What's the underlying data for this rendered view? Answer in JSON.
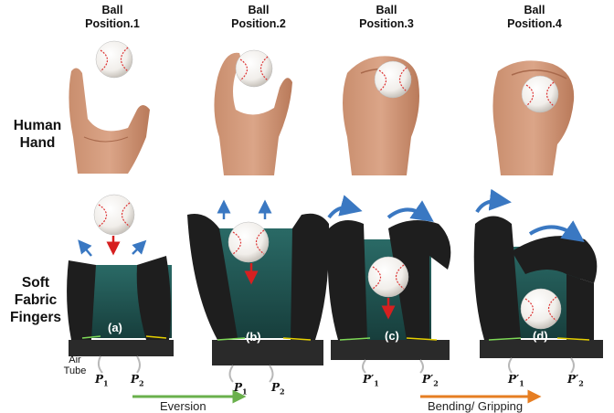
{
  "ball_positions": [
    "Ball\nPosition.1",
    "Ball\nPosition.2",
    "Ball\nPosition.3",
    "Ball\nPosition.4"
  ],
  "ball_labels": [
    {
      "line1": "Ball",
      "line2": "Position.1"
    },
    {
      "line1": "Ball",
      "line2": "Position.2"
    },
    {
      "line1": "Ball",
      "line2": "Position.3"
    },
    {
      "line1": "Ball",
      "line2": "Position.4"
    }
  ],
  "row_labels": {
    "human_hand": {
      "line1": "Human",
      "line2": "Hand"
    },
    "soft_fingers": {
      "line1": "Soft",
      "line2": "Fabric",
      "line3": "Fingers"
    }
  },
  "air_tube": {
    "line1": "Air",
    "line2": "Tube"
  },
  "panels": [
    "(a)",
    "(b)",
    "(c)",
    "(d)"
  ],
  "pressure_labels": {
    "p1": "P",
    "p1_sub": "1",
    "p2": "P",
    "p2_sub": "2",
    "p1_prime": "P′",
    "p2_prime": "P′"
  },
  "stage_arrows": {
    "eversion": "Eversion",
    "bending": "Bending/ Gripping"
  },
  "colors": {
    "eversion_arrow": "#6ab04c",
    "bending_arrow": "#e67e22",
    "blue_arrow": "#3a78c2",
    "red_arrow": "#d62020",
    "fabric_teal": "#1f5a57",
    "finger_black": "#1e1e1e"
  }
}
